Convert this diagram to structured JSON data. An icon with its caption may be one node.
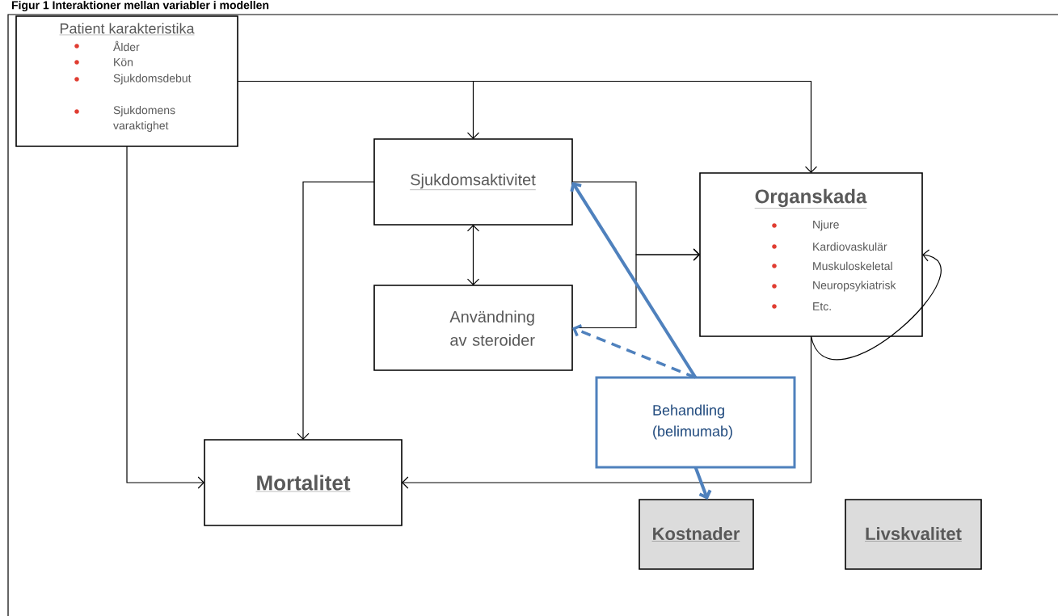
{
  "diagram": {
    "title": "Figur 1 Interaktioner mellan variabler i modellen",
    "nodes": [
      {
        "text": [
          "Patient karakteristika",
          "Ålder",
          "Kön",
          "Sjukdomsdebut",
          "Sjukdomens varaktighet"
        ]
      },
      {
        "text": [
          "Sjukdomsaktivitet"
        ]
      },
      {
        "text": [
          "Användning av steroider"
        ]
      },
      {
        "text": [
          "Organskada",
          "Njure",
          "Kardiovaskulär",
          "Muskuloskeletal",
          "Neuropsykiatrisk",
          "Etc."
        ]
      },
      {
        "text": [
          "Behandling (belimumab)"
        ]
      },
      {
        "text": [
          "Mortalitet"
        ]
      },
      {
        "text": [
          "Kostnader"
        ]
      },
      {
        "text": [
          "Livskvalitet"
        ]
      }
    ],
    "edges": [
      {
        "from": 0,
        "to": 1,
        "arrow": "to"
      },
      {
        "from": 0,
        "to": 3,
        "arrow": "to"
      },
      {
        "from": 0,
        "to": 5,
        "arrow": "to"
      },
      {
        "from": 1,
        "to": 5,
        "arrow": "to"
      },
      {
        "from": 1,
        "to": 2,
        "arrow": "both"
      },
      {
        "from": 1,
        "to": 3,
        "arrow": "to"
      },
      {
        "from": 2,
        "to": 3,
        "arrow": "to"
      },
      {
        "from": 3,
        "to": 3,
        "arrow": "to"
      },
      {
        "from": 3,
        "to": 5,
        "arrow": "to"
      },
      {
        "from": 4,
        "to": 1,
        "arrow": "to",
        "style": "thick",
        "color": "#4f81bd"
      },
      {
        "from": 4,
        "to": 2,
        "arrow": "to",
        "style": "dashed",
        "color": "#4f81bd"
      },
      {
        "from": 4,
        "to": 6,
        "arrow": "to",
        "style": "thick",
        "color": "#4f81bd"
      }
    ]
  }
}
